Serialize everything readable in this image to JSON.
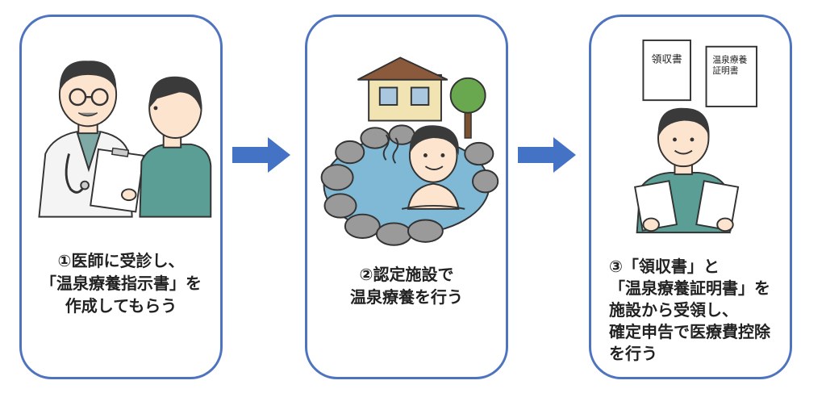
{
  "steps": [
    {
      "lines": [
        "①医師に受診し、",
        "「温泉療養指示書」を",
        "作成してもらう"
      ]
    },
    {
      "lines": [
        "②認定施設で",
        "温泉療養を行う"
      ]
    },
    {
      "lines": [
        "③「領収書」と",
        "「温泉療養証明書」を",
        "施設から受領し、",
        "確定申告で医療費控除",
        "を行う"
      ],
      "documents": [
        {
          "lines": [
            "領収書"
          ]
        },
        {
          "lines": [
            "温泉療養",
            "証明書"
          ]
        }
      ]
    }
  ],
  "colors": {
    "border": "#4f74bf",
    "arrow": "#4472c4",
    "shirt": "#5a9e95",
    "water": "#7fb9d6",
    "hair": "#3a3a3a"
  }
}
